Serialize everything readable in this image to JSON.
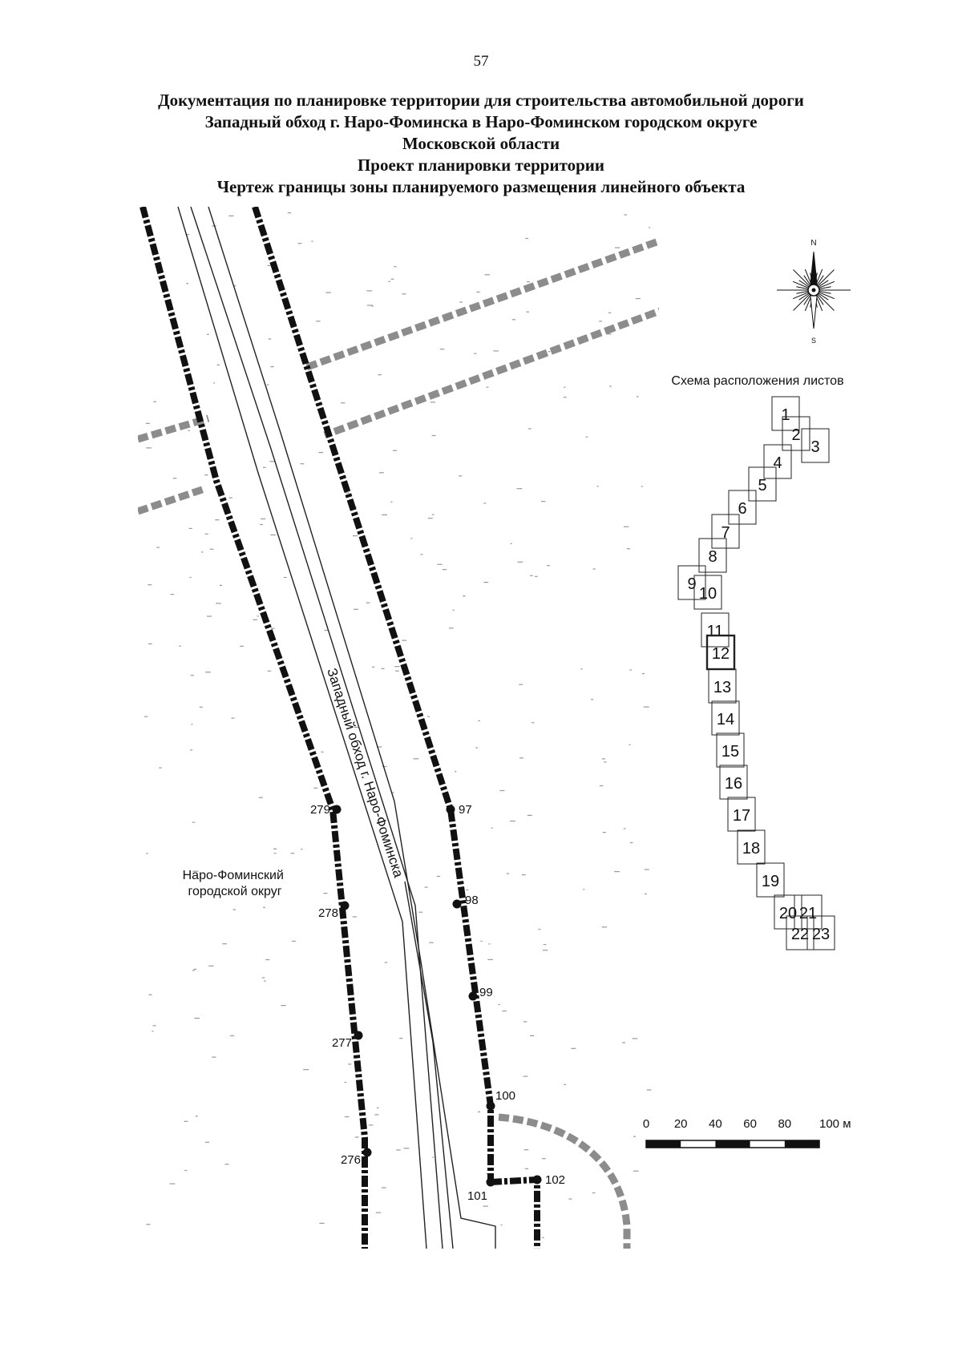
{
  "page_number": "57",
  "header": {
    "title_lines": [
      "Документация по планировке территории для строительства автомобильной дороги",
      "Западный обход г. Наро-Фоминска в Наро-Фоминском городском округе",
      "Московской области",
      "Проект планировки территории",
      "Чертеж границы зоны планируемого размещения линейного объекта"
    ]
  },
  "map": {
    "road_label": "Западный обход г. Наро-Фоминска",
    "district_label": [
      "Наро-Фоминский",
      "городской округ"
    ],
    "left_boundary_points": [
      "279",
      "278",
      "277",
      "276"
    ],
    "right_boundary_points": [
      "97",
      "98",
      "99",
      "100",
      "101",
      "102"
    ],
    "compass": {
      "north_label": "N",
      "south_label": "S"
    },
    "sheet_scheme": {
      "title": "Схема расположения листов",
      "sheets": [
        "1",
        "2",
        "3",
        "4",
        "5",
        "6",
        "7",
        "8",
        "9",
        "10",
        "11",
        "12",
        "13",
        "14",
        "15",
        "16",
        "17",
        "18",
        "19",
        "20",
        "21",
        "22",
        "23"
      ],
      "current_sheet": "12"
    },
    "scale_bar": {
      "labels": [
        "0",
        "20",
        "40",
        "60",
        "80",
        "100 м"
      ],
      "max_value": 100,
      "unit": "м"
    }
  }
}
